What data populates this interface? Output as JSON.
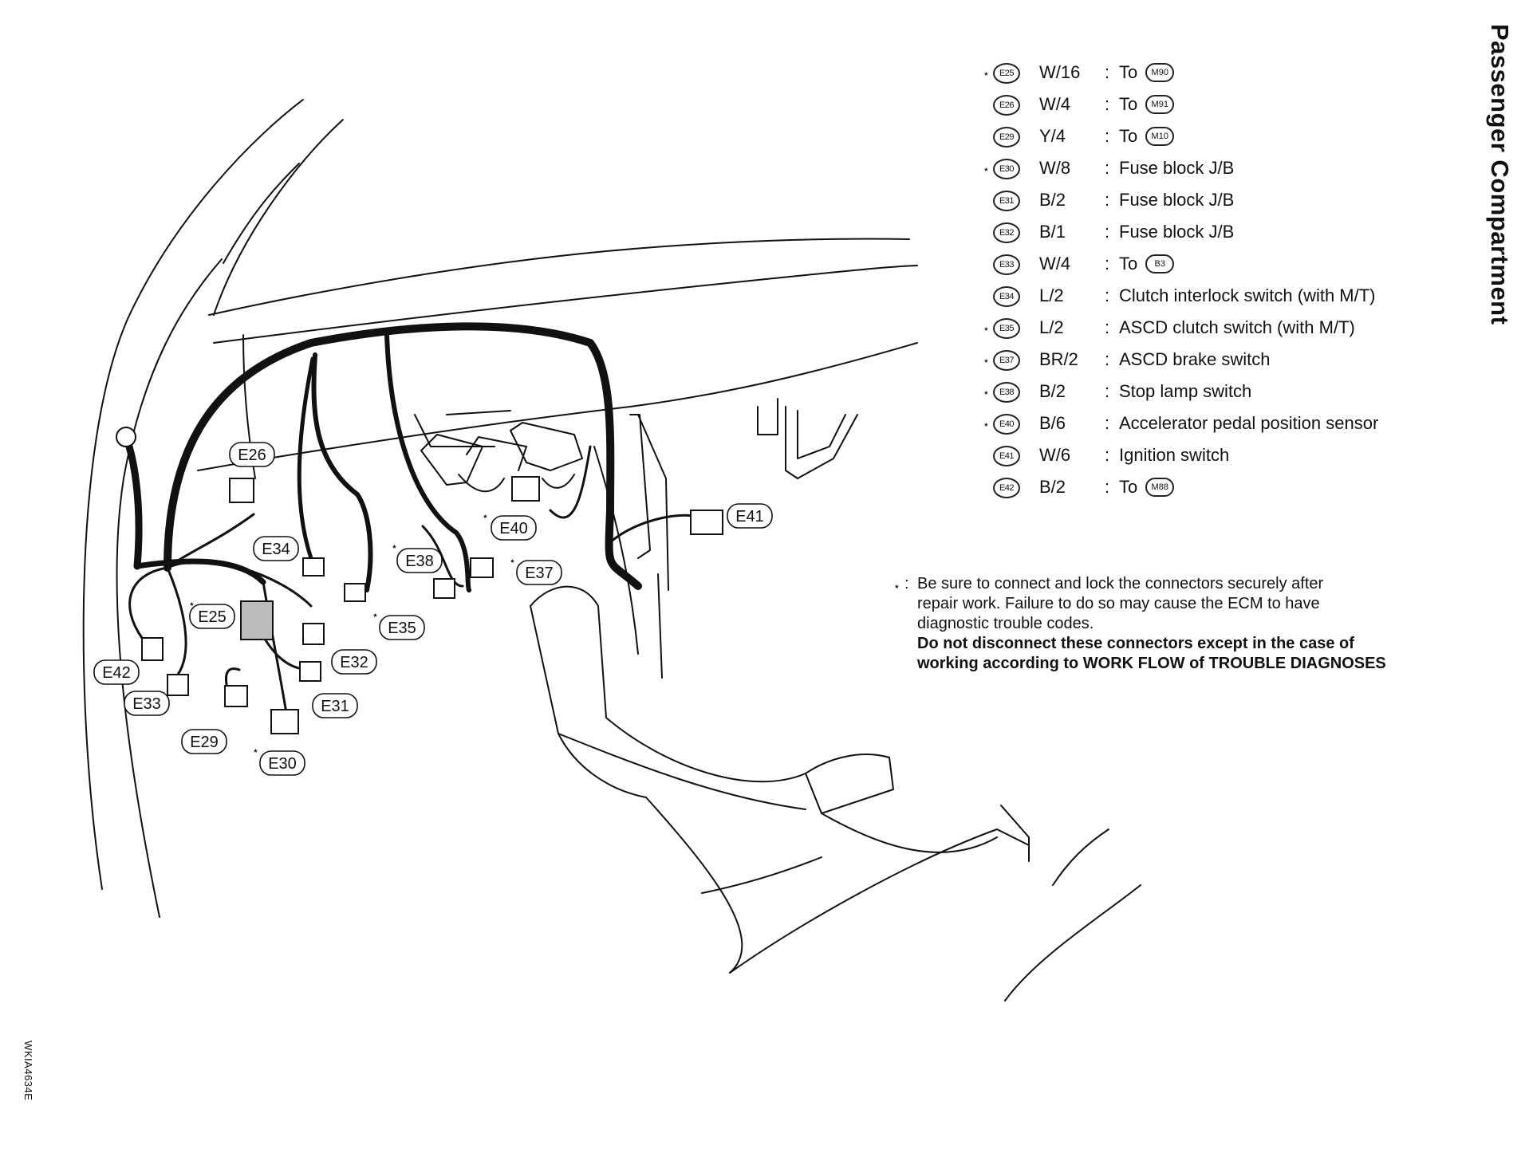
{
  "title": "Passenger Compartment",
  "figure_code": "WKIA4634E",
  "legend": [
    {
      "star": true,
      "connector": "E25",
      "color": "W/16",
      "to": "M90"
    },
    {
      "star": false,
      "connector": "E26",
      "color": "W/4",
      "to": "M91"
    },
    {
      "star": false,
      "connector": "E29",
      "color": "Y/4",
      "to": "M10"
    },
    {
      "star": true,
      "connector": "E30",
      "color": "W/8",
      "desc": "Fuse block J/B"
    },
    {
      "star": false,
      "connector": "E31",
      "color": "B/2",
      "desc": "Fuse block J/B"
    },
    {
      "star": false,
      "connector": "E32",
      "color": "B/1",
      "desc": "Fuse block J/B"
    },
    {
      "star": false,
      "connector": "E33",
      "color": "W/4",
      "to": "B3"
    },
    {
      "star": false,
      "connector": "E34",
      "color": "L/2",
      "desc": "Clutch interlock switch (with M/T)"
    },
    {
      "star": true,
      "connector": "E35",
      "color": "L/2",
      "desc": "ASCD clutch switch (with M/T)"
    },
    {
      "star": true,
      "connector": "E37",
      "color": "BR/2",
      "desc": "ASCD brake switch"
    },
    {
      "star": true,
      "connector": "E38",
      "color": "B/2",
      "desc": "Stop lamp switch"
    },
    {
      "star": true,
      "connector": "E40",
      "color": "B/6",
      "desc": "Accelerator pedal position sensor"
    },
    {
      "star": false,
      "connector": "E41",
      "color": "W/6",
      "desc": "Ignition switch"
    },
    {
      "star": false,
      "connector": "E42",
      "color": "B/2",
      "to": "M88"
    }
  ],
  "legend_separator": ":",
  "to_label": "To",
  "star_symbol": "⋆",
  "note": {
    "star": "⋆",
    "colon": ":",
    "line1": "Be sure to connect and lock the connectors securely after",
    "line2": "repair work. Failure to do so may cause the ECM to have",
    "line3": "diagnostic trouble codes.",
    "line4": "Do not disconnect these connectors except in the case of",
    "line5": "working according to WORK FLOW of TROUBLE DIAGNOSES"
  },
  "diagram_labels": {
    "E25": "E25",
    "E26": "E26",
    "E29": "E29",
    "E30": "E30",
    "E31": "E31",
    "E32": "E32",
    "E33": "E33",
    "E34": "E34",
    "E35": "E35",
    "E37": "E37",
    "E38": "E38",
    "E40": "E40",
    "E41": "E41",
    "E42": "E42"
  }
}
